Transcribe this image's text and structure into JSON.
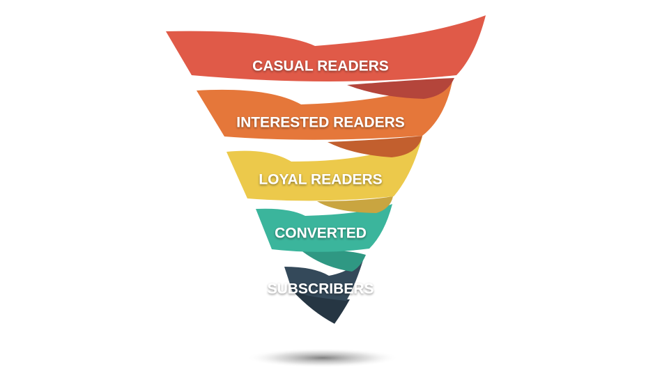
{
  "diagram": {
    "type": "funnel",
    "stages": [
      {
        "label": "CASUAL READERS",
        "color": "#e05a48",
        "shade": "#b4453b"
      },
      {
        "label": "INTERESTED READERS",
        "color": "#e5773a",
        "shade": "#c25f2e"
      },
      {
        "label": "LOYAL READERS",
        "color": "#ecc94b",
        "shade": "#c9a540"
      },
      {
        "label": "CONVERTED",
        "color": "#3bb59c",
        "shade": "#2f9883"
      },
      {
        "label": "SUBSCRIBERS",
        "color": "#34495a",
        "shade": "#263643"
      }
    ]
  }
}
